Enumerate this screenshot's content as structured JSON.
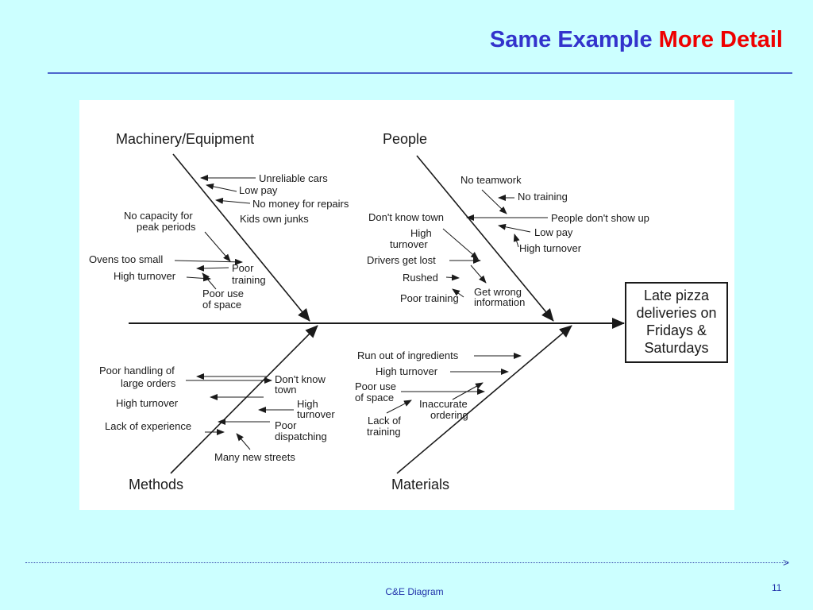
{
  "slide": {
    "title_part1": "Same Example",
    "title_part2": "More Detail",
    "footer": "C&E Diagram",
    "page_number": "11"
  },
  "diagram": {
    "effect": [
      "Late pizza",
      "deliveries on",
      "Fridays &",
      "Saturdays"
    ],
    "categories": {
      "machinery": "Machinery/Equipment",
      "people": "People",
      "methods": "Methods",
      "materials": "Materials"
    },
    "machinery_causes": {
      "unreliable_cars": "Unreliable cars",
      "low_pay": "Low pay",
      "no_money": "No money for repairs",
      "kids_own_junks": "Kids own junks",
      "no_capacity_1": "No capacity for",
      "no_capacity_2": "peak periods",
      "ovens_too_small": "Ovens too small",
      "high_turnover": "High turnover",
      "poor_training_1": "Poor",
      "poor_training_2": "training",
      "poor_use_1": "Poor use",
      "poor_use_2": "of space"
    },
    "people_causes": {
      "no_teamwork": "No teamwork",
      "no_training": "No training",
      "dont_know_town": "Don't know town",
      "people_dont_show": "People don't show up",
      "high_turnover_left_1": "High",
      "high_turnover_left_2": "turnover",
      "low_pay": "Low pay",
      "high_turnover_right": "High turnover",
      "drivers_get_lost": "Drivers get lost",
      "rushed": "Rushed",
      "poor_training": "Poor training",
      "get_wrong_1": "Get wrong",
      "get_wrong_2": "information"
    },
    "methods_causes": {
      "poor_handling_1": "Poor handling of",
      "poor_handling_2": "large orders",
      "dont_know_1": "Don't know",
      "dont_know_2": "town",
      "high_turnover": "High turnover",
      "high_turnover_right_1": "High",
      "high_turnover_right_2": "turnover",
      "lack_experience": "Lack of experience",
      "poor_dispatching_1": "Poor",
      "poor_dispatching_2": "dispatching",
      "many_new_streets": "Many new streets"
    },
    "materials_causes": {
      "run_out": "Run out of ingredients",
      "high_turnover": "High turnover",
      "poor_use_1": "Poor use",
      "poor_use_2": "of space",
      "inaccurate_1": "Inaccurate",
      "inaccurate_2": "ordering",
      "lack_training_1": "Lack of",
      "lack_training_2": "training"
    }
  }
}
